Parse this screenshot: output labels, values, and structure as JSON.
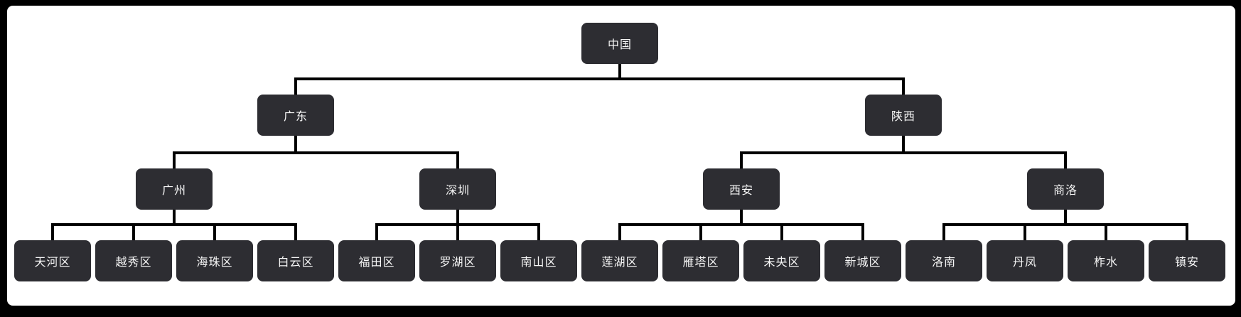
{
  "diagram": {
    "type": "tree",
    "direction": "top-down",
    "colors": {
      "frame_bg": "#000000",
      "canvas_bg": "#ffffff",
      "node_bg": "#2d2d32",
      "node_text": "#f7f7f7",
      "edge": "#000000"
    },
    "root": {
      "label": "中国",
      "children": [
        {
          "label": "广东",
          "children": [
            {
              "label": "广州",
              "children": [
                {
                  "label": "天河区"
                },
                {
                  "label": "越秀区"
                },
                {
                  "label": "海珠区"
                },
                {
                  "label": "白云区"
                }
              ]
            },
            {
              "label": "深圳",
              "children": [
                {
                  "label": "福田区"
                },
                {
                  "label": "罗湖区"
                },
                {
                  "label": "南山区"
                }
              ]
            }
          ]
        },
        {
          "label": "陕西",
          "children": [
            {
              "label": "西安",
              "children": [
                {
                  "label": "莲湖区"
                },
                {
                  "label": "雁塔区"
                },
                {
                  "label": "未央区"
                },
                {
                  "label": "新城区"
                }
              ]
            },
            {
              "label": "商洛",
              "children": [
                {
                  "label": "洛南"
                },
                {
                  "label": "丹凤"
                },
                {
                  "label": "柞水"
                },
                {
                  "label": "镇安"
                }
              ]
            }
          ]
        }
      ]
    }
  }
}
